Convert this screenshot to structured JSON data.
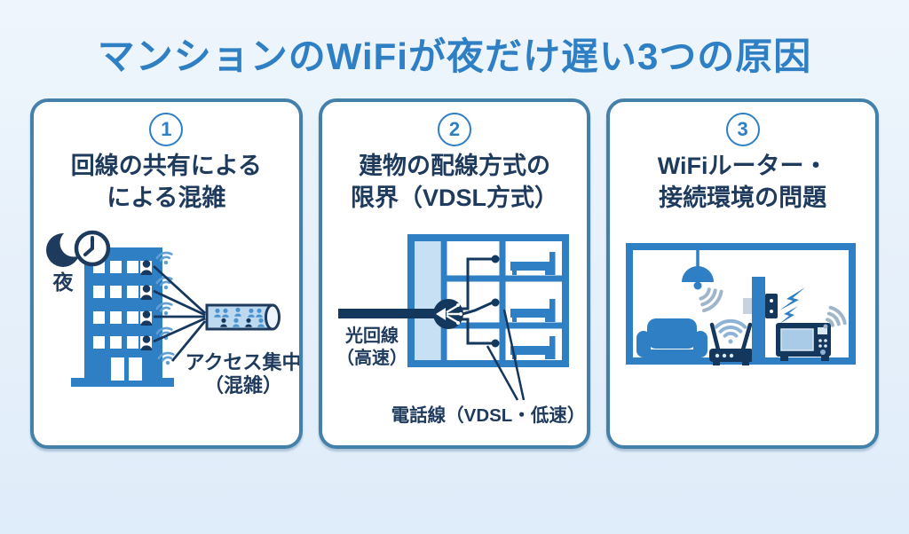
{
  "title": "マンションのWiFiが夜だけ遅い3つの原因",
  "colors": {
    "background": "#e9f2fb",
    "title_blue": "#2e7fc4",
    "panel_border": "#4380aa",
    "heading_navy": "#1e3a5c",
    "illustration_blue": "#2e7fc4",
    "illustration_navy": "#14375e",
    "light_blue_fill": "#c7e0f4",
    "wifi_gray": "#9fb6ca"
  },
  "panels": [
    {
      "number": "1",
      "heading_line1": "回線の共有による",
      "heading_line2": "による混雑",
      "labels": {
        "night": "夜",
        "congestion_line1": "アクセス集中",
        "congestion_line2": "（混雑）"
      }
    },
    {
      "number": "2",
      "heading_line1": "建物の配線方式の",
      "heading_line2": "限界（VDSL方式）",
      "labels": {
        "optical_line1": "光回線",
        "optical_line2": "（高速）",
        "phone_line": "電話線（VDSL・低速）"
      }
    },
    {
      "number": "3",
      "heading_line1": "WiFiルーター・",
      "heading_line2": "接続環境の問題"
    }
  ]
}
